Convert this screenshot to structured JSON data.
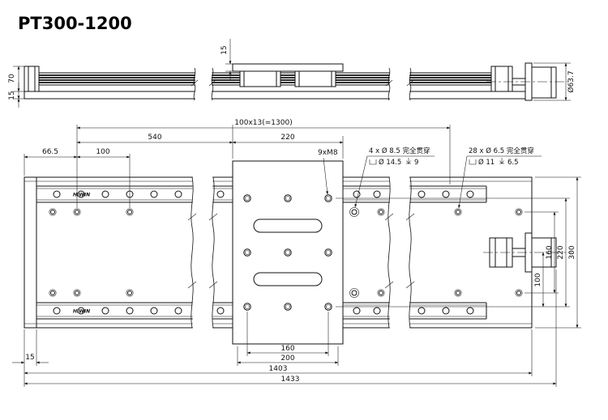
{
  "title": "PT300-1200",
  "top_view": {
    "dim_table_thickness": "15",
    "dim_overall_height": "70",
    "dim_base_thickness": "15",
    "dim_motor_dia": "Ø63.7"
  },
  "plan": {
    "dim_pitch": "100x13(=1300)",
    "dim_left_to_table": "540",
    "dim_table_length": "220",
    "dim_hole_spacing": "100",
    "dim_edge_offset": "66.5",
    "label_thread_holes": "9xM8",
    "note4": {
      "callout": "4 x Ø 8.5 完全贯穿",
      "cbore_dia": "Ø 14.5",
      "cbore_depth": "9"
    },
    "note28": {
      "callout": "28 x Ø 6.5 完全贯穿",
      "cbore_dia": "Ø 11",
      "cbore_depth": "6.5"
    },
    "right_dims": {
      "d100": "100",
      "d160": "160",
      "d220": "220",
      "d300": "300"
    },
    "bottom_dims": {
      "d160": "160",
      "d200": "200",
      "d1403": "1403",
      "d1433": "1433",
      "d15": "15"
    },
    "rail_brand": "HIWIN"
  }
}
